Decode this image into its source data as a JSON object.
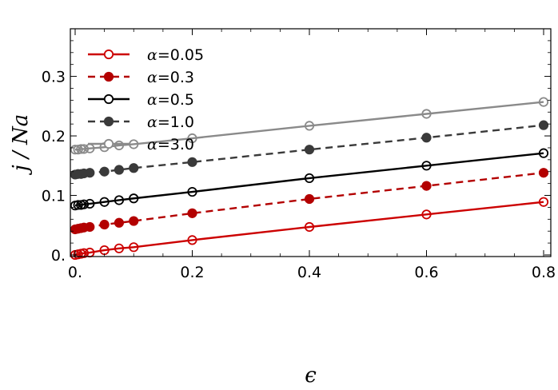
{
  "chart_data": {
    "type": "line",
    "xlabel": "ϵ",
    "ylabel": "j / Na",
    "xlim": [
      0,
      0.8
    ],
    "ylim": [
      0,
      0.38
    ],
    "x_ticks": [
      0.0,
      0.2,
      0.4,
      0.6,
      0.8
    ],
    "x_tick_labels": [
      "0.",
      "0.2",
      "0.4",
      "0.6",
      "0.8"
    ],
    "y_ticks": [
      0.0,
      0.1,
      0.2,
      0.3
    ],
    "y_tick_labels": [
      "0.",
      "0.1",
      "0.2",
      "0.3"
    ],
    "grid": false,
    "legend_position": "top-left",
    "series": [
      {
        "name": "α=0.05",
        "color": "#cc0000",
        "line": "solid",
        "marker": "open-circle",
        "x": [
          0.0,
          0.005,
          0.01,
          0.015,
          0.025,
          0.05,
          0.075,
          0.1,
          0.2,
          0.4,
          0.6,
          0.8
        ],
        "y": [
          0.0,
          0.001,
          0.002,
          0.003,
          0.004,
          0.008,
          0.011,
          0.013,
          0.025,
          0.047,
          0.068,
          0.089
        ]
      },
      {
        "name": "α=0.3",
        "color": "#b30000",
        "line": "dashed",
        "marker": "filled-circle",
        "x": [
          0.0,
          0.005,
          0.01,
          0.015,
          0.025,
          0.05,
          0.075,
          0.1,
          0.2,
          0.4,
          0.6,
          0.8
        ],
        "y": [
          0.043,
          0.044,
          0.045,
          0.046,
          0.047,
          0.051,
          0.054,
          0.057,
          0.07,
          0.094,
          0.116,
          0.138
        ]
      },
      {
        "name": "α=0.5",
        "color": "#000000",
        "line": "solid",
        "marker": "open-circle",
        "x": [
          0.0,
          0.005,
          0.01,
          0.015,
          0.025,
          0.05,
          0.075,
          0.1,
          0.2,
          0.4,
          0.6,
          0.8
        ],
        "y": [
          0.083,
          0.084,
          0.084,
          0.085,
          0.086,
          0.089,
          0.092,
          0.095,
          0.106,
          0.129,
          0.15,
          0.171
        ]
      },
      {
        "name": "α=1.0",
        "color": "#3a3a3a",
        "line": "dashed",
        "marker": "filled-circle",
        "x": [
          0.0,
          0.005,
          0.01,
          0.015,
          0.025,
          0.05,
          0.075,
          0.1,
          0.2,
          0.4,
          0.6,
          0.8
        ],
        "y": [
          0.135,
          0.136,
          0.136,
          0.137,
          0.138,
          0.14,
          0.143,
          0.146,
          0.156,
          0.177,
          0.197,
          0.218
        ]
      },
      {
        "name": "α=3.0",
        "color": "#8a8a8a",
        "line": "solid",
        "marker": "open-circle",
        "x": [
          0.0,
          0.005,
          0.01,
          0.015,
          0.025,
          0.05,
          0.075,
          0.1,
          0.2,
          0.4,
          0.6,
          0.8
        ],
        "y": [
          0.177,
          0.177,
          0.178,
          0.178,
          0.179,
          0.181,
          0.184,
          0.186,
          0.196,
          0.217,
          0.237,
          0.257
        ]
      }
    ]
  }
}
